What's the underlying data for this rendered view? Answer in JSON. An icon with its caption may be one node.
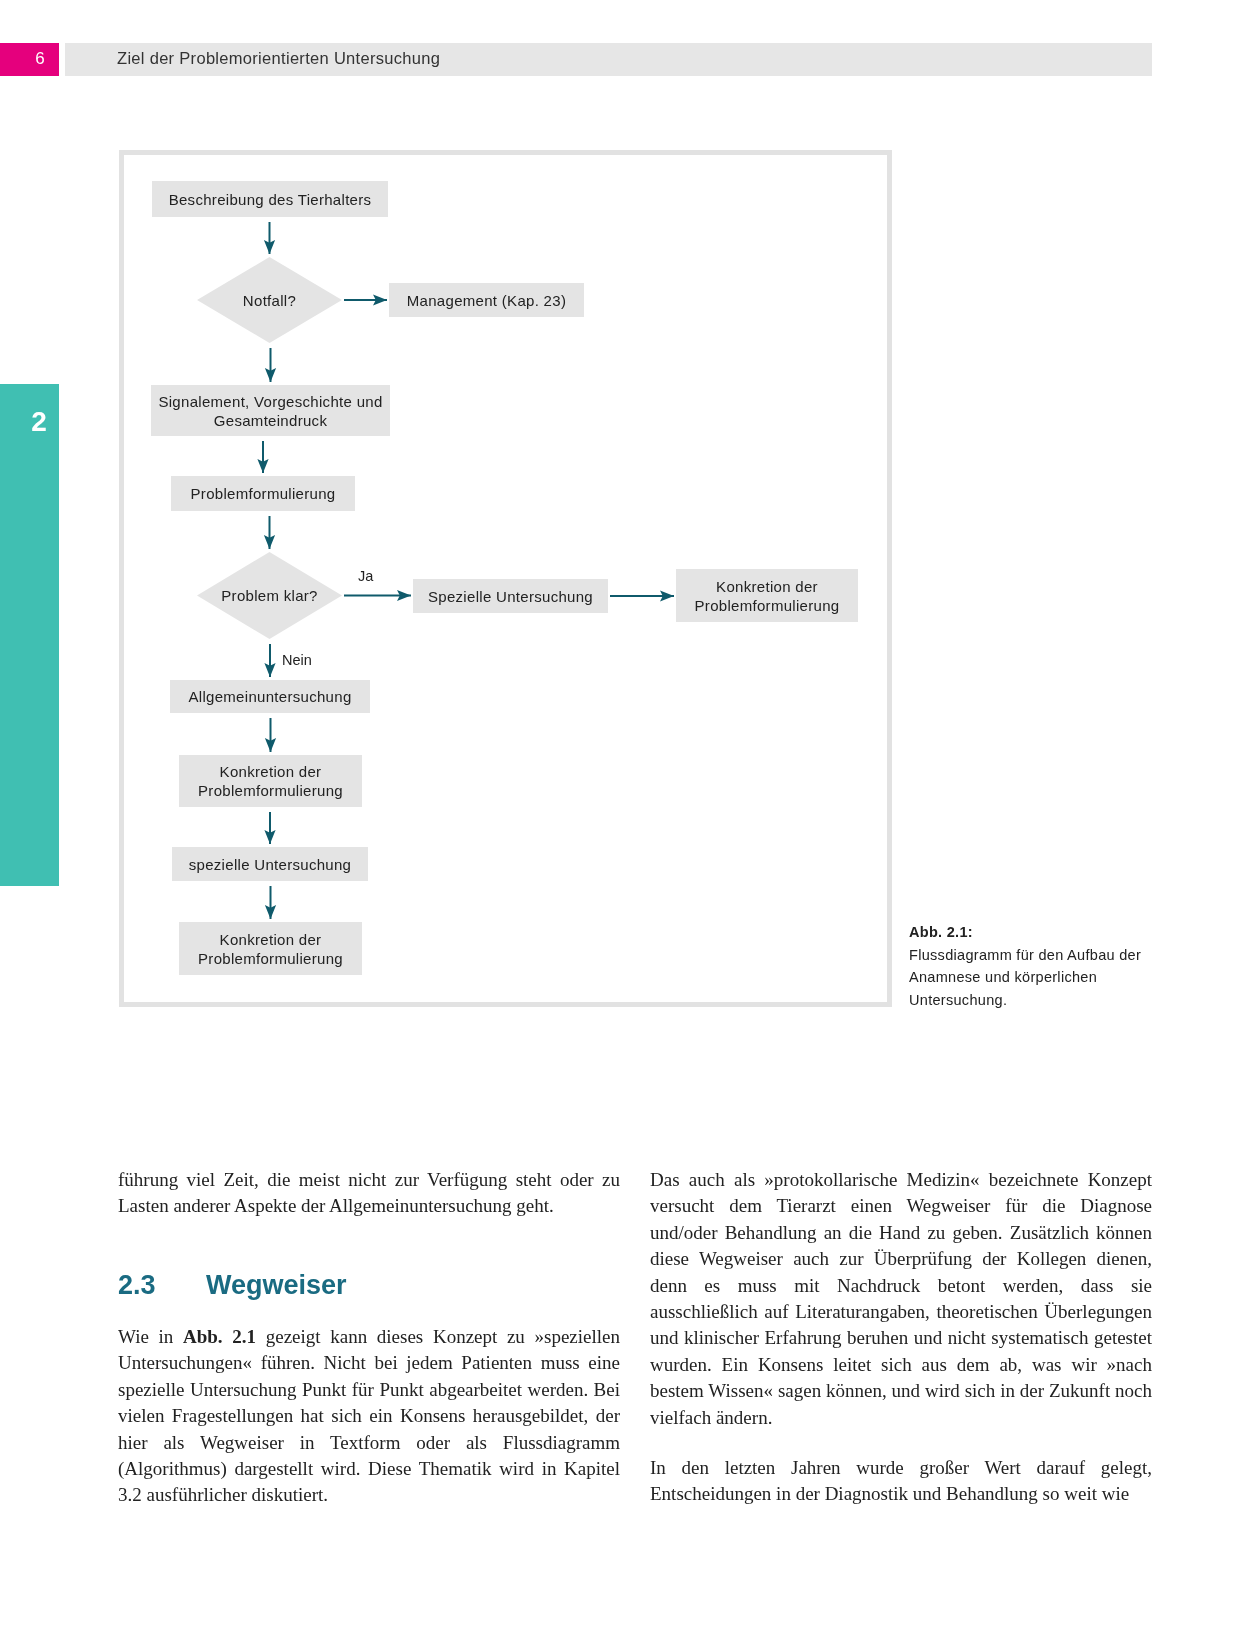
{
  "diagram": {
    "caption": "**Abb. 2.1:** Flussdiagramm für den Aufbau der Anamnese und körperlichen Untersuchung.",
    "nodes": [
      {
        "text": [
          "Beschreibung des Tierhalters"
        ]
      },
      {
        "text": [
          "Notfall?"
        ]
      },
      {
        "text": [
          "Management (Kap. 23)"
        ]
      },
      {
        "text": [
          "Signalement, Vorgeschichte und Gesamteindruck"
        ]
      },
      {
        "text": [
          "Problemformulierung"
        ]
      },
      {
        "text": [
          "Problem klar?"
        ]
      },
      {
        "text": [
          "Spezielle Untersuchung"
        ]
      },
      {
        "text": [
          "Konkretion der Problemformulierung"
        ]
      },
      {
        "text": [
          "Allgemeinuntersuchung"
        ]
      },
      {
        "text": [
          "Konkretion der Problemformulierung"
        ]
      },
      {
        "text": [
          "spezielle Untersuchung"
        ]
      },
      {
        "text": [
          "Konkretion der Problemformulierung"
        ]
      }
    ],
    "edges": [
      {
        "from": 0,
        "to": 1,
        "arrow": "to"
      },
      {
        "from": 1,
        "to": 2,
        "arrow": "to"
      },
      {
        "from": 1,
        "to": 3,
        "arrow": "to"
      },
      {
        "from": 3,
        "to": 4,
        "arrow": "to"
      },
      {
        "from": 4,
        "to": 5,
        "arrow": "to"
      },
      {
        "from": 5,
        "to": 6,
        "arrow": "to",
        "label": "Ja"
      },
      {
        "from": 6,
        "to": 7,
        "arrow": "to"
      },
      {
        "from": 5,
        "to": 8,
        "arrow": "to",
        "label": "Nein"
      },
      {
        "from": 8,
        "to": 9,
        "arrow": "to"
      },
      {
        "from": 9,
        "to": 10,
        "arrow": "to"
      },
      {
        "from": 10,
        "to": 11,
        "arrow": "to"
      }
    ],
    "labels": [
      "6",
      "Ziel der Problemorientierten Untersuchung",
      "2",
      "führung viel Zeit, die meist nicht zur Verfügung steht oder zu Lasten anderer Aspekte der Allgemeinuntersuchung geht.",
      "2.3",
      "Wegweiser",
      "Wie in **Abb. 2.1** gezeigt kann dieses Konzept zu »speziellen Untersuchungen« führen. Nicht bei jedem Patienten muss eine spezielle Untersuchung Punkt für Punkt abgearbeitet werden. Bei vielen Fragestellungen hat sich ein Konsens herausgebildet, der hier als Wegweiser in Textform oder als Flussdiagramm (Algorithmus) dargestellt wird. Diese Thematik wird in Kapitel 3.2 ausführlicher diskutiert.",
      "Das auch als »protokollarische Medizin« bezeichnete Konzept versucht dem Tierarzt einen Wegweiser für die Diagnose und/oder Behandlung an die Hand zu geben. Zusätzlich können diese Wegweiser auch zur Überprüfung der Kollegen dienen, denn es muss mit Nachdruck betont werden, dass sie ausschließlich auf Literaturangaben, theoretischen Überlegungen und klinischer Erfahrung beruhen und nicht systematisch getestet wurden. Ein Konsens leitet sich aus dem ab, was wir »nach bestem Wissen« sagen können, und wird sich in der Zukunft noch vielfach ändern.",
      "In den letzten Jahren wurde großer Wert darauf gelegt, Entscheidungen in der Diagnostik und Behandlung so weit wie"
    ]
  }
}
